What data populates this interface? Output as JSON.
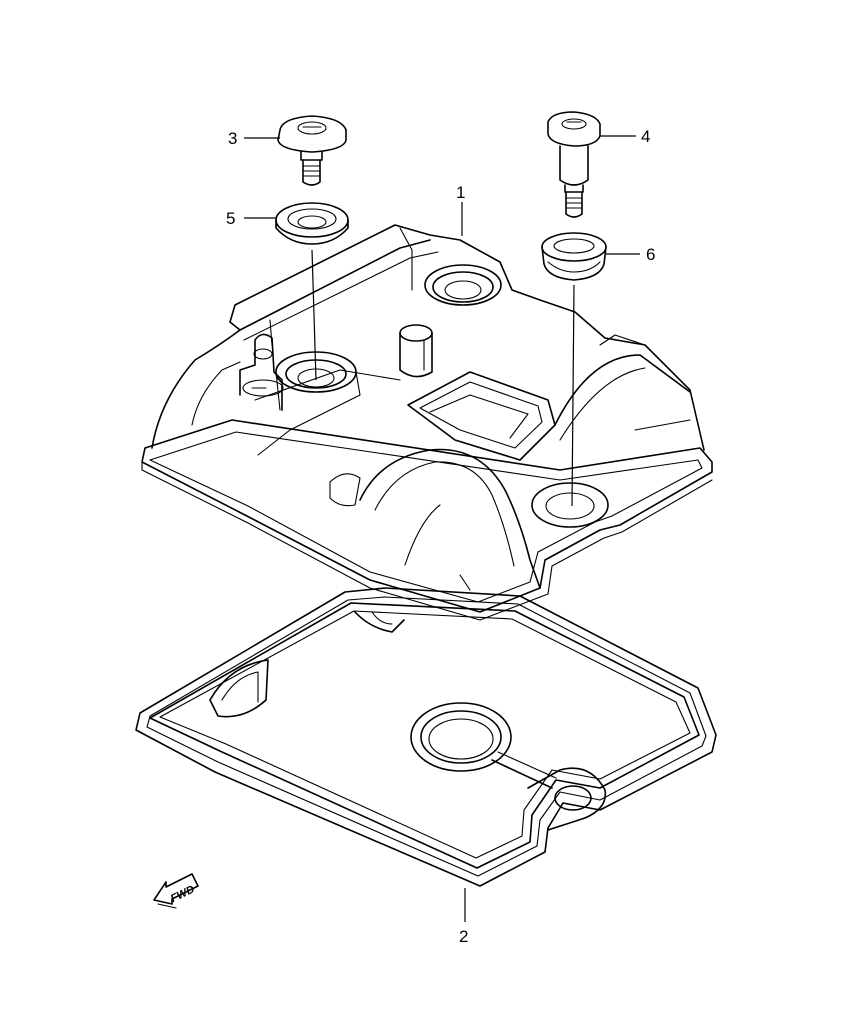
{
  "diagram": {
    "type": "exploded-parts-diagram",
    "parts": [
      {
        "ref": "1",
        "icon": "cylinder-head-cover-icon"
      },
      {
        "ref": "2",
        "icon": "gasket-icon"
      },
      {
        "ref": "3",
        "icon": "bolt-icon"
      },
      {
        "ref": "4",
        "icon": "bolt-icon"
      },
      {
        "ref": "5",
        "icon": "washer-icon"
      },
      {
        "ref": "6",
        "icon": "grommet-icon"
      }
    ],
    "direction_arrow": {
      "label": "FWD",
      "icon": "forward-arrow-icon"
    },
    "colors": {
      "line": "#000000",
      "background": "#ffffff"
    }
  }
}
